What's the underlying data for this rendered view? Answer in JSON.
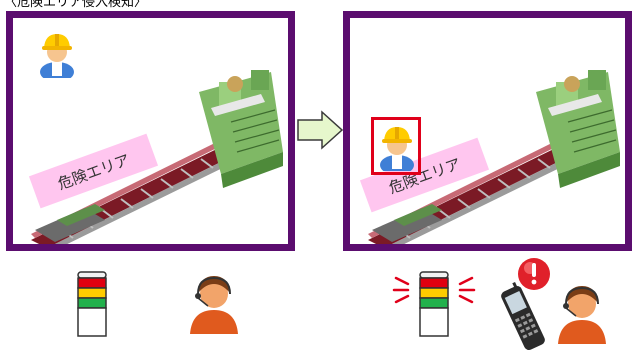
{
  "title": "〈危険エリア侵入検知〉",
  "scene_before": {
    "zone_label": "危険エリア",
    "state": "no-intrusion"
  },
  "scene_after": {
    "zone_label": "危険エリア",
    "state": "intrusion-detected"
  },
  "indicators": {
    "before": {
      "tower_light": "idle",
      "operator": "operator-icon"
    },
    "after": {
      "tower_light": "alarm",
      "operator": "operator-icon",
      "alert": "exclamation-icon",
      "device": "phone-icon"
    }
  },
  "colors": {
    "panel_border": "#5b0d6f",
    "danger_zone": "#ffc6ef",
    "highlight": "#e0001a",
    "arrow_fill": "#e6f7cc",
    "arrow_stroke": "#3a3a3a"
  }
}
